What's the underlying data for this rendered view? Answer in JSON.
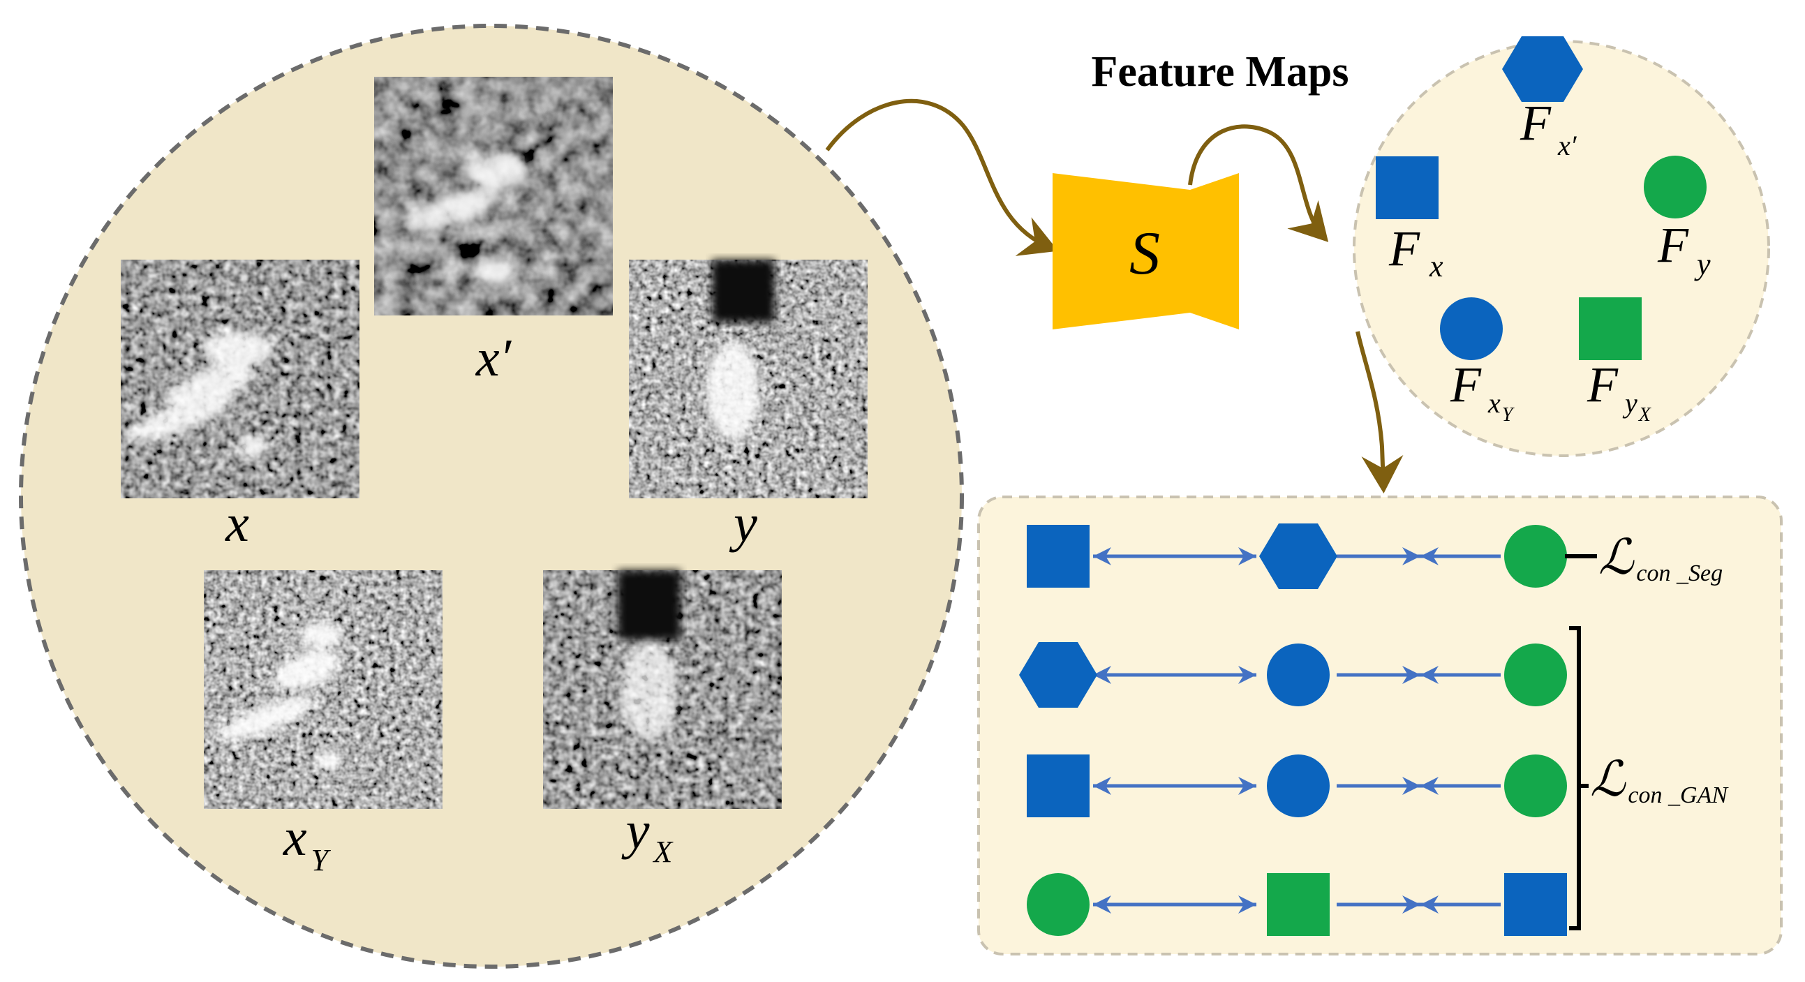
{
  "image_labels": {
    "x": "x",
    "x_prime": "x′",
    "y": "y",
    "x_Y_main": "x",
    "x_Y_sub": "Y",
    "y_X_main": "y",
    "y_X_sub": "X"
  },
  "network": {
    "label": "S"
  },
  "feature_maps": {
    "title": "Feature Maps",
    "items": [
      {
        "shape": "hexagon",
        "color": "blue",
        "main": "F",
        "sub": "x′",
        "subsub": ""
      },
      {
        "shape": "square",
        "color": "blue",
        "main": "F",
        "sub": "x",
        "subsub": ""
      },
      {
        "shape": "circle",
        "color": "green",
        "main": "F",
        "sub": "y",
        "subsub": ""
      },
      {
        "shape": "circle",
        "color": "blue",
        "main": "F",
        "sub": "x",
        "subsub": "Y"
      },
      {
        "shape": "square",
        "color": "green",
        "main": "F",
        "sub": "y",
        "subsub": "X"
      }
    ]
  },
  "losses": {
    "seg": {
      "symbol": "ℒ",
      "sub": "con _Seg"
    },
    "gan": {
      "symbol": "ℒ",
      "sub": "con _GAN"
    }
  },
  "rows": [
    {
      "left": "blue-square",
      "mid": "blue-hexagon",
      "right": "green-circle"
    },
    {
      "left": "blue-hexagon",
      "mid": "blue-circle",
      "right": "green-circle"
    },
    {
      "left": "blue-square",
      "mid": "blue-circle",
      "right": "green-circle"
    },
    {
      "left": "green-circle",
      "mid": "green-square",
      "right": "blue-square"
    }
  ],
  "colors": {
    "panel_fill": "#f0e6c8",
    "panel_fill_light": "#fcf4dc",
    "blue": "#0b64be",
    "green": "#14a84b",
    "network": "#ffc000",
    "arrow_brown": "#7f5f10",
    "arrow_blue": "#4472c4",
    "dash_dark": "#6b6b6b",
    "dash_light": "#c9c2b0"
  }
}
